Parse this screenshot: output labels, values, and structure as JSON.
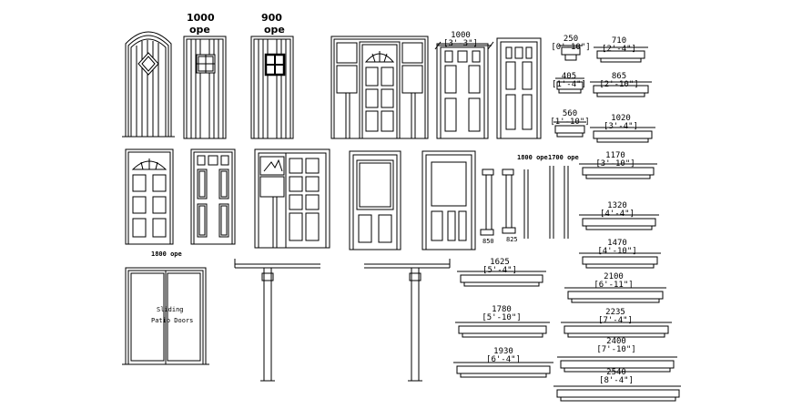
{
  "top_labels": {
    "door2_size": "1000",
    "door2_ope": "ope",
    "door3_size": "900",
    "door3_ope": "ope",
    "door6_size": "1000",
    "door6_imperial": "[3'-3\"]"
  },
  "mid_labels": {
    "frame1": "1800 ope",
    "frame2": "1700 ope",
    "jamb1": "850",
    "jamb2": "825"
  },
  "patio": {
    "ope": "1800 ope",
    "line1": "Sliding",
    "line2": "Patio Doors"
  },
  "small_lintels": [
    {
      "mm": "250",
      "imp": "[0'-10\"]"
    },
    {
      "mm": "405",
      "imp": "[1'-4\"]"
    },
    {
      "mm": "560",
      "imp": "[1'-10\"]"
    }
  ],
  "lintels": [
    {
      "mm": "710",
      "imp": "[2'-4\"]"
    },
    {
      "mm": "865",
      "imp": "[2'-10\"]"
    },
    {
      "mm": "1020",
      "imp": "[3'-4\"]"
    },
    {
      "mm": "1170",
      "imp": "[3'-10\"]"
    },
    {
      "mm": "1320",
      "imp": "[4'-4\"]"
    },
    {
      "mm": "1470",
      "imp": "[4'-10\"]"
    },
    {
      "mm": "2100",
      "imp": "[6'-11\"]"
    },
    {
      "mm": "2235",
      "imp": "[7'-4\"]"
    },
    {
      "mm": "2400",
      "imp": "[7'-10\"]"
    },
    {
      "mm": "2540",
      "imp": "[8'-4\"]"
    }
  ],
  "left_lintels": [
    {
      "mm": "1625",
      "imp": "[5'-4\"]"
    },
    {
      "mm": "1780",
      "imp": "[5'-10\"]"
    },
    {
      "mm": "1930",
      "imp": "[6'-4\"]"
    }
  ]
}
